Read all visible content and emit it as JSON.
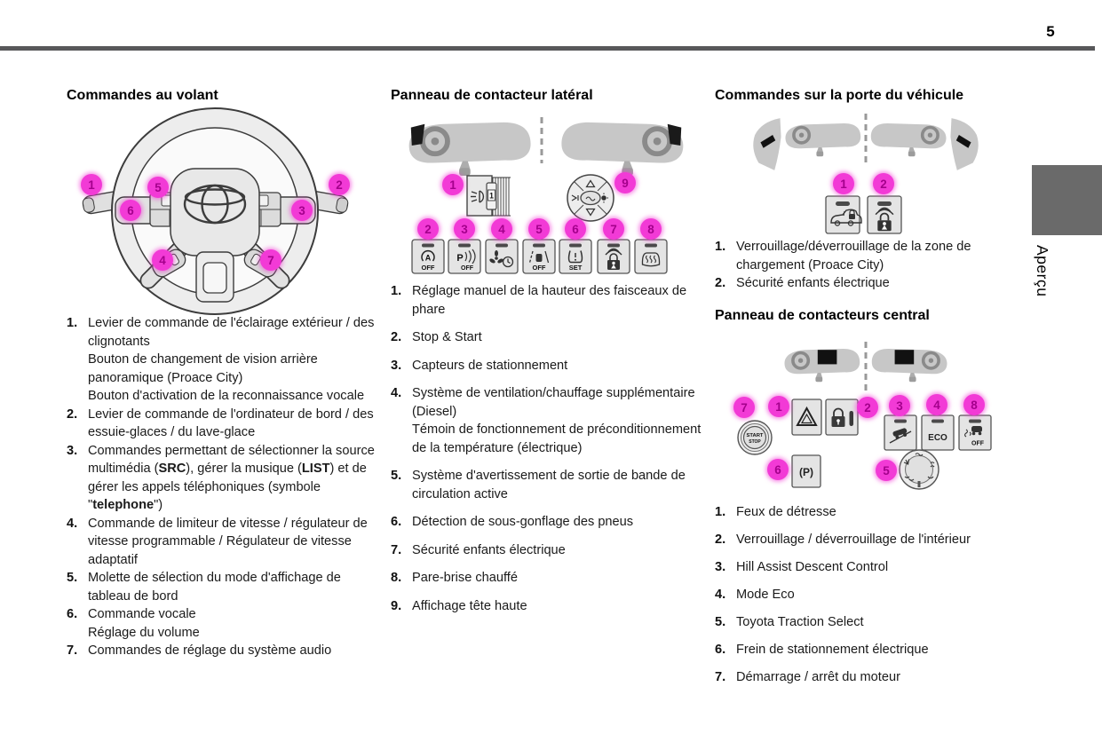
{
  "page": {
    "number": "5",
    "side_tab": "Aperçu"
  },
  "columns": {
    "steering": {
      "title": "Commandes au volant",
      "callouts": [
        "1",
        "2",
        "5",
        "6",
        "3",
        "4",
        "7"
      ],
      "items": [
        {
          "num": "1.",
          "parts": [
            {
              "t": "Levier de commande de l'éclairage extérieur / des clignotants"
            },
            {
              "br": true
            },
            {
              "t": "Bouton de changement de vision arrière panoramique (Proace City)"
            },
            {
              "br": true
            },
            {
              "t": "Bouton d'activation de la reconnaissance vocale"
            }
          ]
        },
        {
          "num": "2.",
          "parts": [
            {
              "t": "Levier de commande de l'ordinateur de bord / des essuie-glaces / du lave-glace"
            }
          ]
        },
        {
          "num": "3.",
          "parts": [
            {
              "t": "Commandes permettant de sélectionner la source multimédia ("
            },
            {
              "t": "SRC",
              "b": true
            },
            {
              "t": "), gérer la musique ("
            },
            {
              "t": "LIST",
              "b": true
            },
            {
              "t": ") et de gérer les appels téléphoniques (symbole \""
            },
            {
              "t": "telephone",
              "b": true
            },
            {
              "t": "\")"
            }
          ]
        },
        {
          "num": "4.",
          "parts": [
            {
              "t": "Commande de limiteur de vitesse / régulateur de vitesse programmable / Régulateur de vitesse adaptatif"
            }
          ]
        },
        {
          "num": "5.",
          "parts": [
            {
              "t": "Molette de sélection du mode d'affichage de tableau de bord"
            }
          ]
        },
        {
          "num": "6.",
          "parts": [
            {
              "t": "Commande vocale"
            },
            {
              "br": true
            },
            {
              "t": "Réglage du volume"
            }
          ]
        },
        {
          "num": "7.",
          "parts": [
            {
              "t": "Commandes de réglage du système audio"
            }
          ]
        }
      ]
    },
    "side_panel": {
      "title": "Panneau de contacteur latéral",
      "dial_callout": "1",
      "pad_callout": "9",
      "button_callouts": [
        "2",
        "3",
        "4",
        "5",
        "6",
        "7",
        "8"
      ],
      "dial_label": "1",
      "btn_texts": {
        "ss_a": "A",
        "ss_off": "OFF",
        "ps_p": "P",
        "ps_off": "OFF",
        "lane_off": "OFF",
        "tpms_set": "SET"
      },
      "items": [
        {
          "num": "1.",
          "parts": [
            {
              "t": "Réglage manuel de la hauteur des faisceaux de phare"
            }
          ]
        },
        {
          "num": "2.",
          "parts": [
            {
              "t": "Stop & Start"
            }
          ]
        },
        {
          "num": "3.",
          "parts": [
            {
              "t": "Capteurs de stationnement"
            }
          ]
        },
        {
          "num": "4.",
          "parts": [
            {
              "t": "Système de ventilation/chauffage supplémentaire (Diesel)"
            },
            {
              "br": true
            },
            {
              "t": "Témoin de fonctionnement de préconditionnement de la température (électrique)"
            }
          ]
        },
        {
          "num": "5.",
          "parts": [
            {
              "t": "Système d'avertissement de sortie de bande de circulation active"
            }
          ]
        },
        {
          "num": "6.",
          "parts": [
            {
              "t": "Détection de sous-gonflage des pneus"
            }
          ]
        },
        {
          "num": "7.",
          "parts": [
            {
              "t": "Sécurité enfants électrique"
            }
          ]
        },
        {
          "num": "8.",
          "parts": [
            {
              "t": "Pare-brise chauffé"
            }
          ]
        },
        {
          "num": "9.",
          "parts": [
            {
              "t": "Affichage tête haute"
            }
          ]
        }
      ]
    },
    "door": {
      "title": "Commandes sur la porte du véhicule",
      "button_callouts": [
        "1",
        "2"
      ],
      "items": [
        {
          "num": "1.",
          "parts": [
            {
              "t": "Verrouillage/déverrouillage de la zone de chargement (Proace City)"
            }
          ]
        },
        {
          "num": "2.",
          "parts": [
            {
              "t": "Sécurité enfants électrique"
            }
          ]
        }
      ]
    },
    "central": {
      "title": "Panneau de contacteurs central",
      "callouts": {
        "start": "7",
        "hazard": "1",
        "lock": "2",
        "hill": "3",
        "eco": "4",
        "traction_off": "8",
        "park": "6",
        "dial": "5"
      },
      "labels": {
        "start": "START",
        "stop": "STOP",
        "eco": "ECO",
        "park": "(P)",
        "traction_off": "OFF"
      },
      "items": [
        {
          "num": "1.",
          "parts": [
            {
              "t": "Feux de détresse"
            }
          ]
        },
        {
          "num": "2.",
          "parts": [
            {
              "t": "Verrouillage / déverrouillage de l'intérieur"
            }
          ]
        },
        {
          "num": "3.",
          "parts": [
            {
              "t": "Hill Assist Descent Control"
            }
          ]
        },
        {
          "num": "4.",
          "parts": [
            {
              "t": "Mode Eco"
            }
          ]
        },
        {
          "num": "5.",
          "parts": [
            {
              "t": "Toyota Traction Select"
            }
          ]
        },
        {
          "num": "6.",
          "parts": [
            {
              "t": "Frein de stationnement électrique"
            }
          ]
        },
        {
          "num": "7.",
          "parts": [
            {
              "t": "Démarrage / arrêt du moteur"
            }
          ]
        }
      ]
    }
  },
  "colors": {
    "callout": "#f23ad6",
    "callout_text": "#a4008c",
    "rule": "#58585a",
    "tab_box": "#6a6a6a"
  }
}
